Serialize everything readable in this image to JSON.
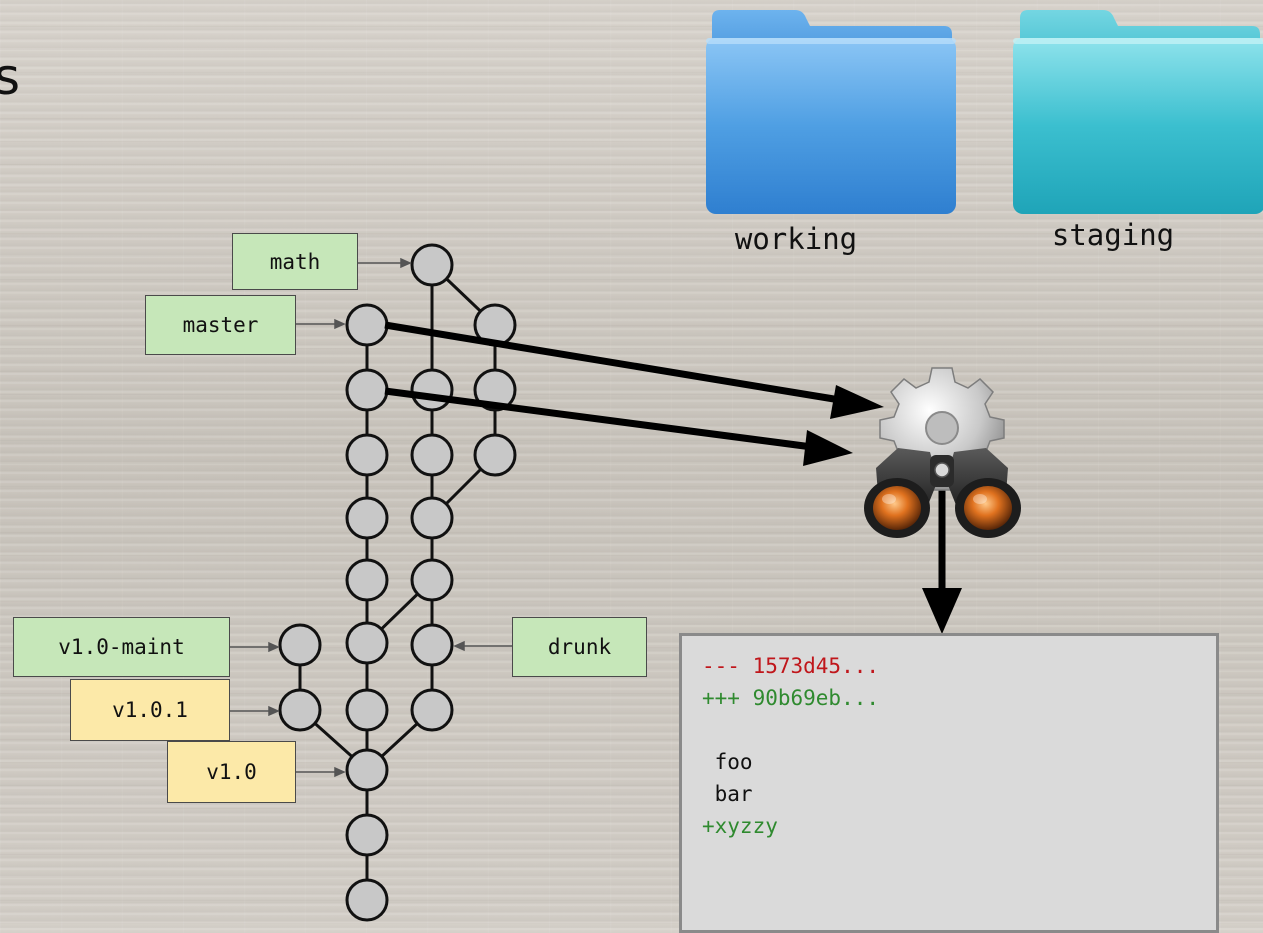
{
  "heading_fragment": "s",
  "folders": [
    {
      "label": "working",
      "color": "#4f9fe3"
    },
    {
      "label": "staging",
      "color": "#3bbfcf"
    }
  ],
  "refs": [
    {
      "label": "math",
      "kind": "branch"
    },
    {
      "label": "master",
      "kind": "branch"
    },
    {
      "label": "v1.0-maint",
      "kind": "branch"
    },
    {
      "label": "drunk",
      "kind": "branch"
    },
    {
      "label": "v1.0.1",
      "kind": "tag"
    },
    {
      "label": "v1.0",
      "kind": "tag"
    }
  ],
  "diff_tool_icon": "binoculars-gear-icon",
  "diff": {
    "lines": [
      {
        "text": "--- 1573d45...",
        "type": "del"
      },
      {
        "text": "+++ 90b69eb...",
        "type": "add"
      },
      {
        "text": "",
        "type": "ctx"
      },
      {
        "text": " foo",
        "type": "ctx"
      },
      {
        "text": " bar",
        "type": "ctx"
      },
      {
        "text": "+xyzzy",
        "type": "add"
      }
    ]
  },
  "colors": {
    "branch_label": "#c6e7b9",
    "tag_label": "#fce9a8",
    "commit_node": "#c8c8c8",
    "diff_removed": "#c0161b",
    "diff_added": "#2f8a2f"
  }
}
